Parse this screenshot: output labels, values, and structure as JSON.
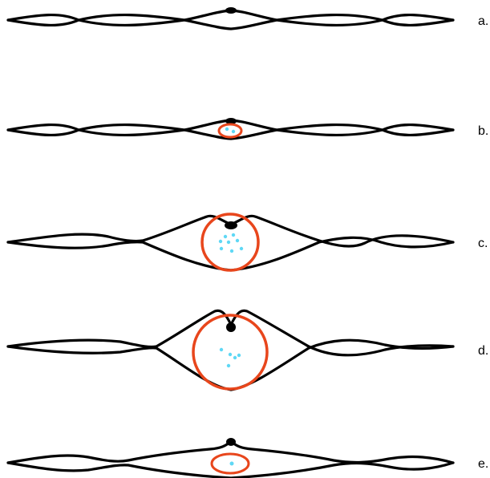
{
  "colors": {
    "strand": "#000000",
    "ring": "#e8461c",
    "dots": "#5fd8f5",
    "background": "#ffffff"
  },
  "panels": [
    {
      "label": "a."
    },
    {
      "label": "b."
    },
    {
      "label": "c."
    },
    {
      "label": "d."
    },
    {
      "label": "e."
    }
  ]
}
